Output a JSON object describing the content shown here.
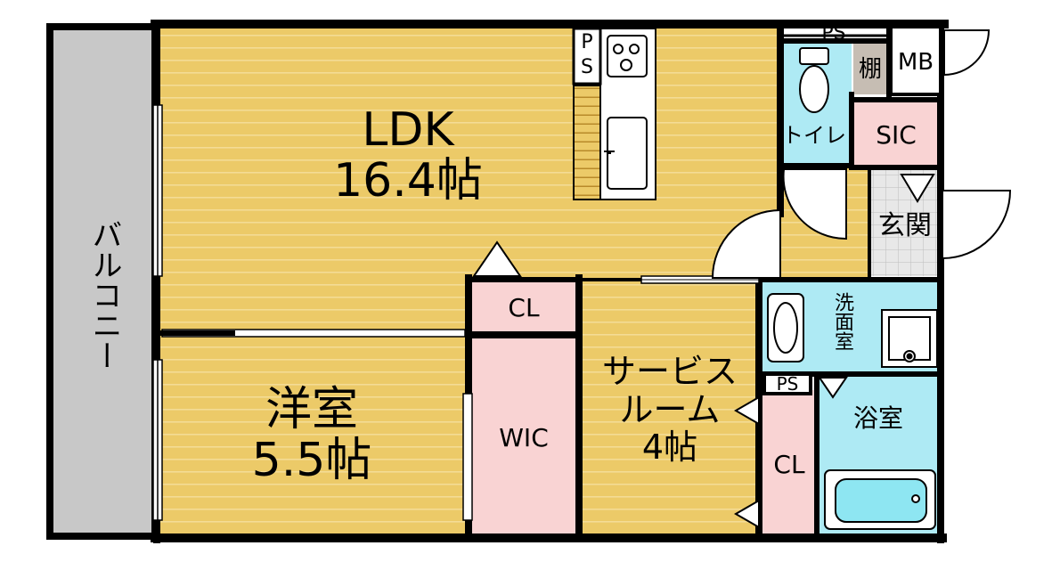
{
  "rooms": {
    "ldk": {
      "name": "LDK",
      "size": "16.4帖"
    },
    "bedroom": {
      "name": "洋室",
      "size": "5.5帖"
    },
    "service": {
      "line1": "サービス",
      "line2": "ルーム",
      "size": "4帖"
    }
  },
  "labels": {
    "balcony": "バルコニー",
    "cl_top": "CL",
    "wic": "WIC",
    "cl_right": "CL",
    "toilet": "トイレ",
    "sic": "SIC",
    "entrance": "玄関",
    "washroom": "洗面室",
    "bath": "浴室",
    "shelf": "棚",
    "mb": "MB",
    "ps_top": "PS",
    "ps_kitchen_1": "P",
    "ps_kitchen_2": "S",
    "ps_bath": "PS"
  },
  "colors": {
    "wood": "#ecca68",
    "wood_line": "#f4dc95",
    "wall": "#000000",
    "closet": "#f9d3d3",
    "wet": "#aeeaf4",
    "balcony": "#c8c8c8",
    "tile": "#e4e4e4",
    "shelf": "#c6bdb3"
  }
}
